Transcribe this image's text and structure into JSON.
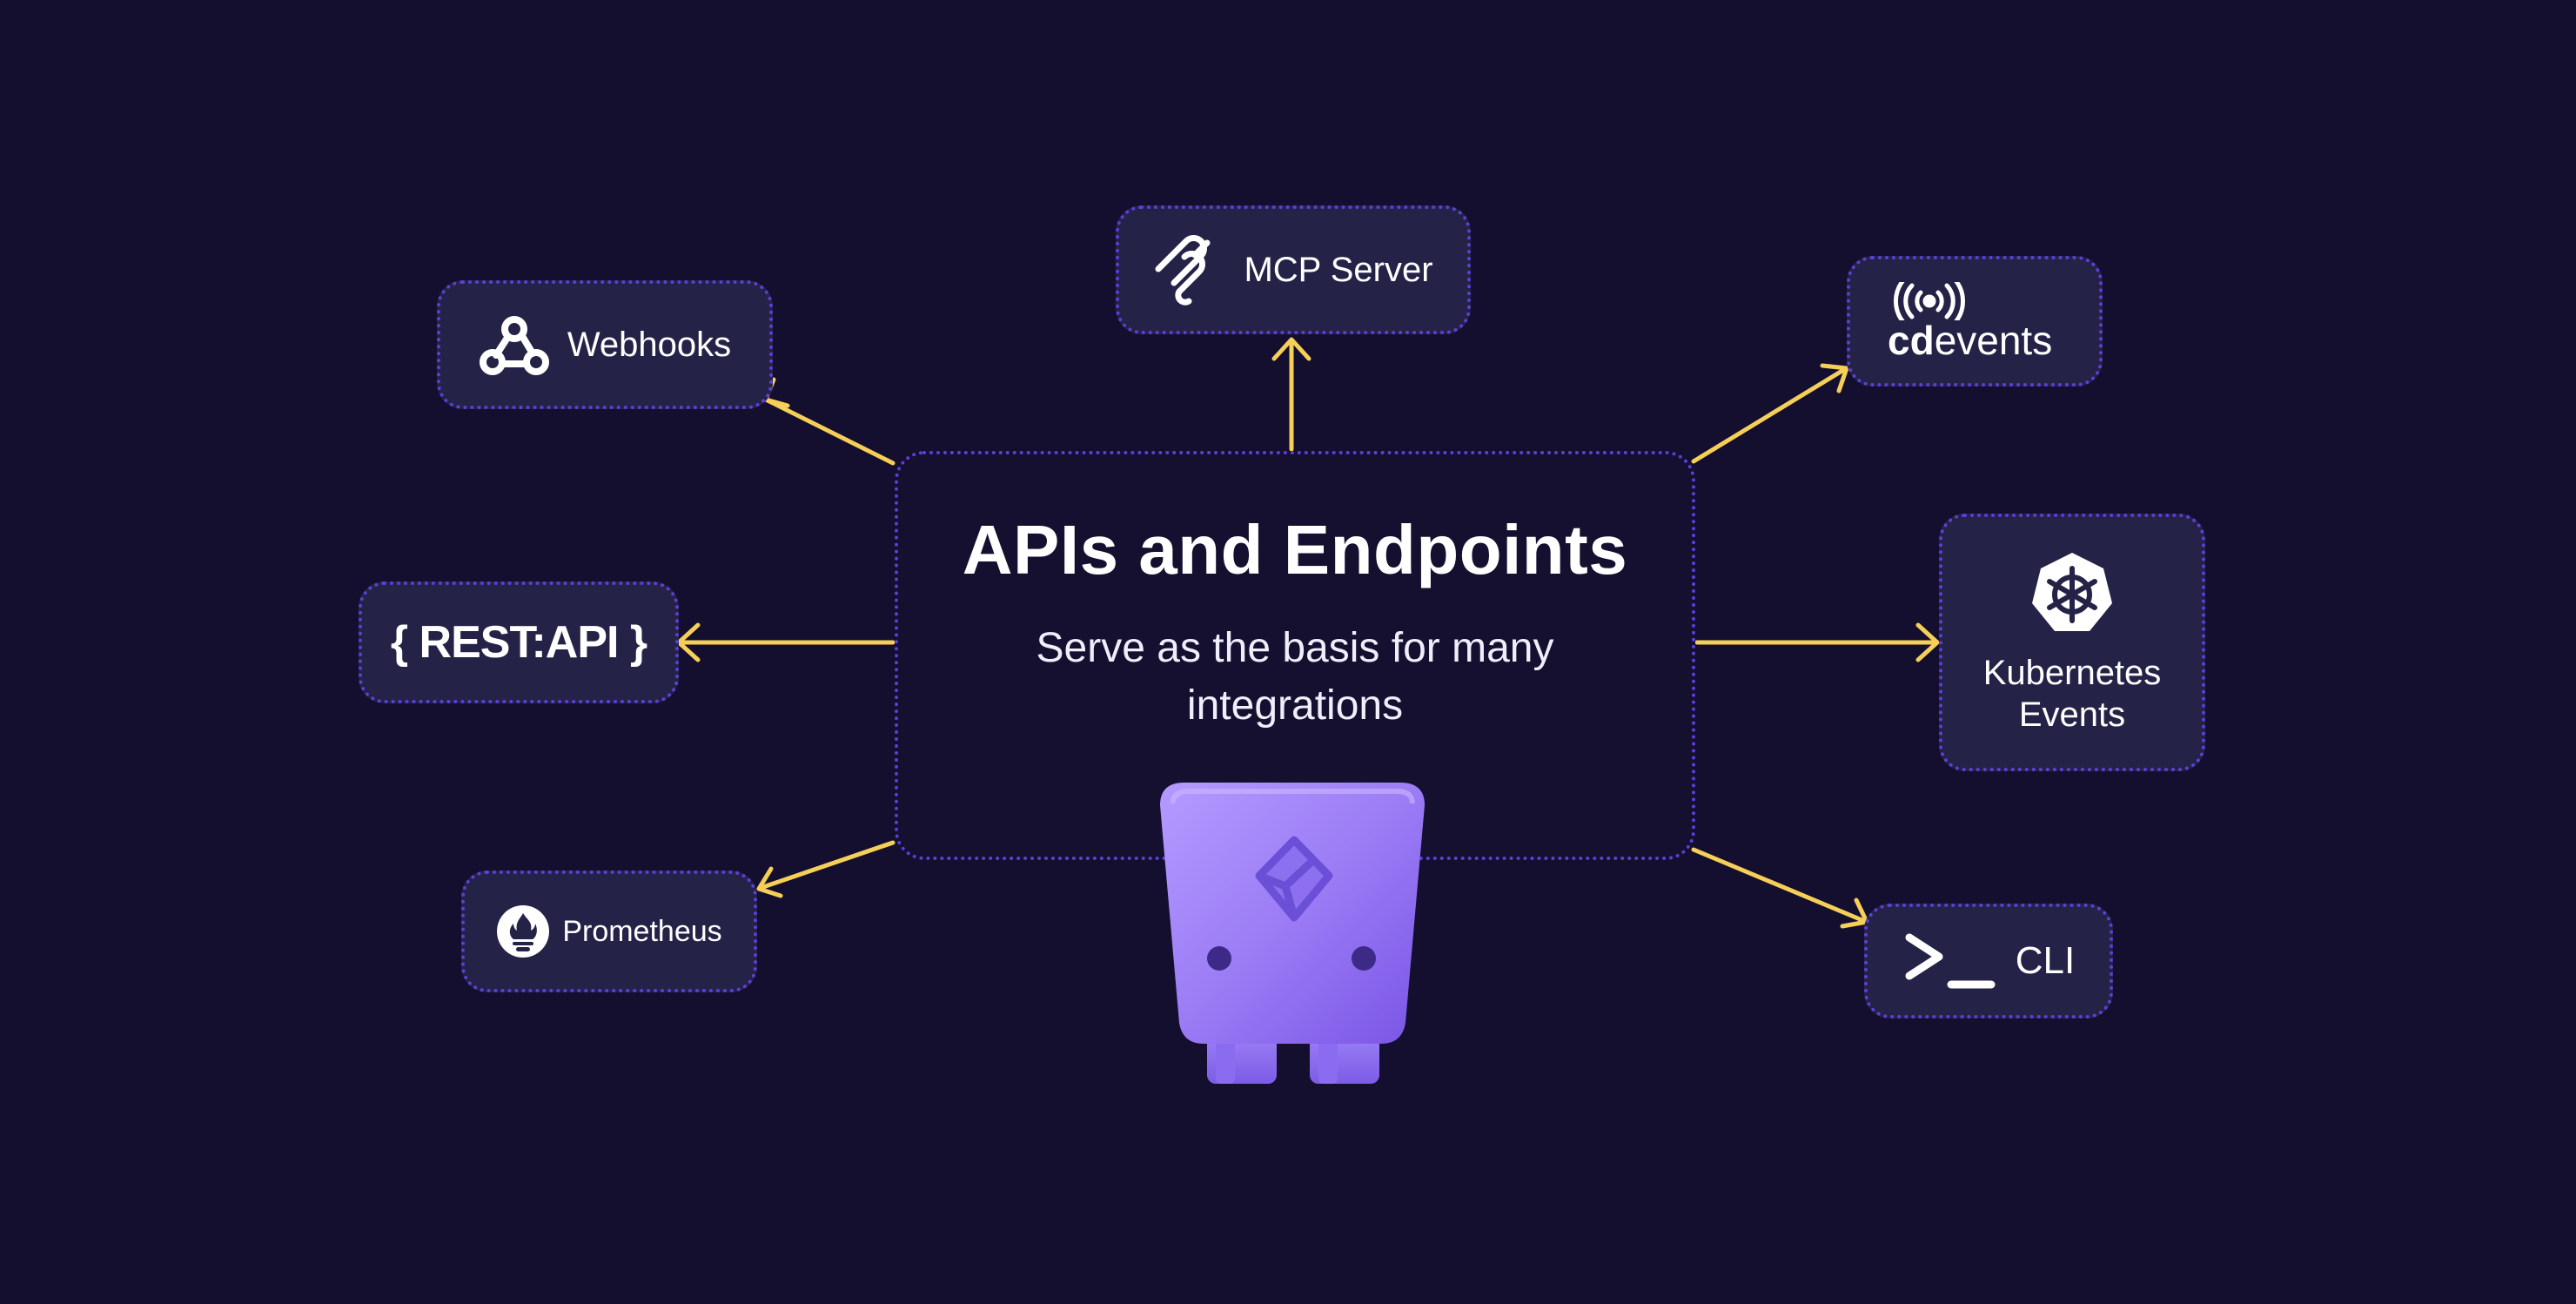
{
  "hub": {
    "title": "APIs and Endpoints",
    "subtitle": "Serve as the basis for many integrations"
  },
  "nodes": {
    "mcp": {
      "label": "MCP Server",
      "icon": "mcp-icon"
    },
    "webhooks": {
      "label": "Webhooks",
      "icon": "webhooks-icon"
    },
    "cdevents": {
      "prefix": "cd",
      "label": "events",
      "icon": "broadcast-icon"
    },
    "rest_api": {
      "label": "{ REST:API }"
    },
    "kubernetes": {
      "label_line1": "Kubernetes",
      "label_line2": "Events",
      "icon": "kubernetes-helm-icon"
    },
    "prometheus": {
      "label": "Prometheus",
      "icon": "prometheus-flame-icon"
    },
    "cli": {
      "prompt": ">_",
      "label": "CLI",
      "icon": "terminal-prompt-icon"
    }
  },
  "colors": {
    "background": "#140f2e",
    "box": "#242347",
    "border": "#5b3fd8",
    "arrow": "#f5cf57",
    "robot": "#9b7cf5"
  }
}
